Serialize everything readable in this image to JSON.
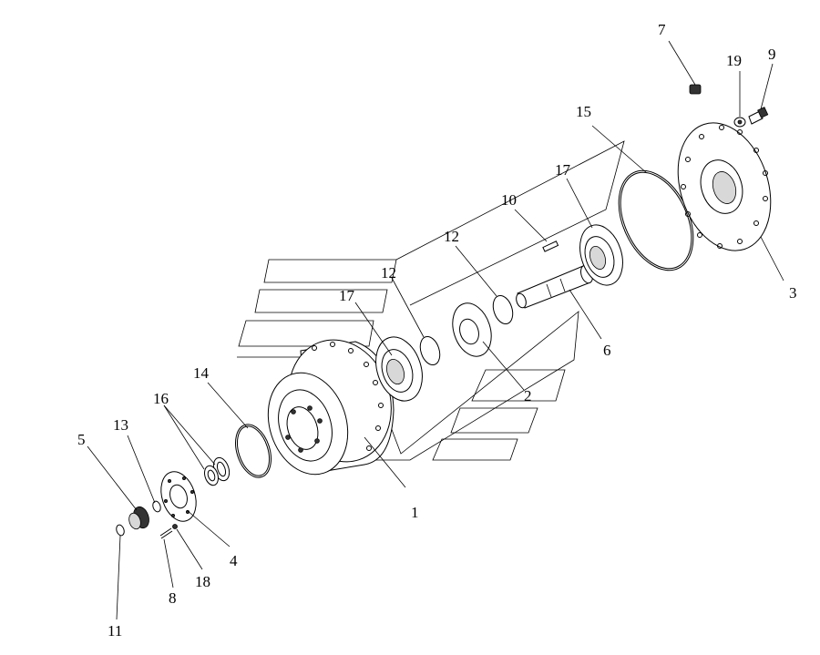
{
  "diagram": {
    "labels": [
      {
        "id": "l1",
        "text": "1"
      },
      {
        "id": "l2",
        "text": "2"
      },
      {
        "id": "l3",
        "text": "3"
      },
      {
        "id": "l4",
        "text": "4"
      },
      {
        "id": "l5",
        "text": "5"
      },
      {
        "id": "l6",
        "text": "6"
      },
      {
        "id": "l7",
        "text": "7"
      },
      {
        "id": "l8",
        "text": "8"
      },
      {
        "id": "l9",
        "text": "9"
      },
      {
        "id": "l10",
        "text": "10"
      },
      {
        "id": "l11",
        "text": "11"
      },
      {
        "id": "l12a",
        "text": "12"
      },
      {
        "id": "l12b",
        "text": "12"
      },
      {
        "id": "l13",
        "text": "13"
      },
      {
        "id": "l14",
        "text": "14"
      },
      {
        "id": "l15",
        "text": "15"
      },
      {
        "id": "l16",
        "text": "16"
      },
      {
        "id": "l17a",
        "text": "17"
      },
      {
        "id": "l17b",
        "text": "17"
      },
      {
        "id": "l18",
        "text": "18"
      },
      {
        "id": "l19",
        "text": "19"
      }
    ]
  }
}
